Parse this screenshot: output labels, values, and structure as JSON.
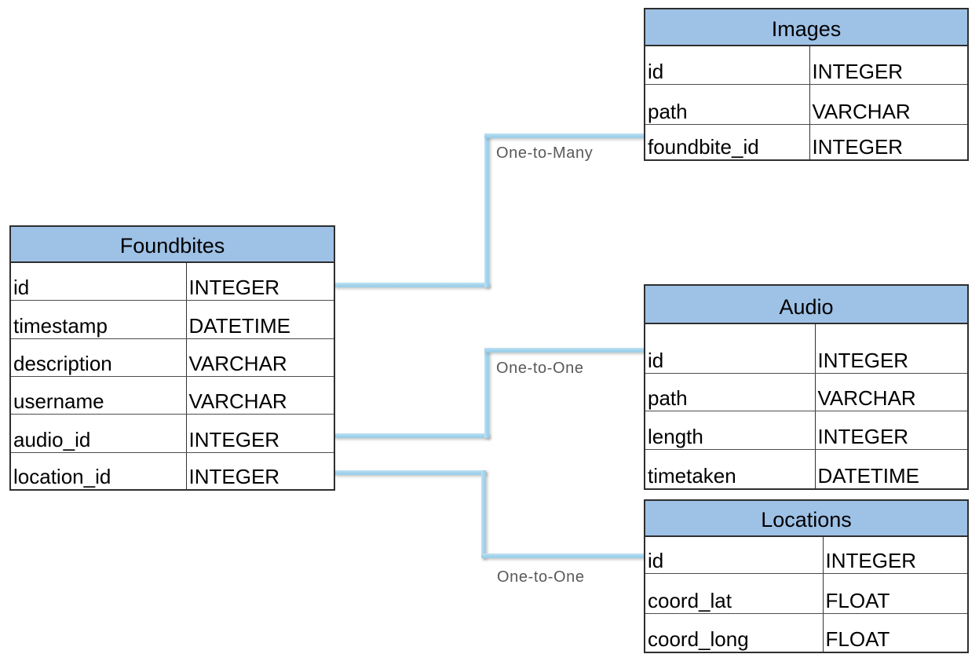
{
  "tables": [
    {
      "name": "Foundbites",
      "columns": [
        {
          "field": "id",
          "type": "INTEGER"
        },
        {
          "field": "timestamp",
          "type": "DATETIME"
        },
        {
          "field": "description",
          "type": "VARCHAR"
        },
        {
          "field": "username",
          "type": "VARCHAR"
        },
        {
          "field": "audio_id",
          "type": "INTEGER"
        },
        {
          "field": "location_id",
          "type": "INTEGER"
        }
      ]
    },
    {
      "name": "Images",
      "columns": [
        {
          "field": "id",
          "type": "INTEGER"
        },
        {
          "field": "path",
          "type": "VARCHAR"
        },
        {
          "field": "foundbite_id",
          "type": "INTEGER"
        }
      ]
    },
    {
      "name": "Audio",
      "columns": [
        {
          "field": "id",
          "type": "INTEGER"
        },
        {
          "field": "path",
          "type": "VARCHAR"
        },
        {
          "field": "length",
          "type": "INTEGER"
        },
        {
          "field": "timetaken",
          "type": "DATETIME"
        }
      ]
    },
    {
      "name": "Locations",
      "columns": [
        {
          "field": "id",
          "type": "INTEGER"
        },
        {
          "field": "coord_lat",
          "type": "FLOAT"
        },
        {
          "field": "coord_long",
          "type": "FLOAT"
        }
      ]
    }
  ],
  "relationships": [
    {
      "label": "One-to-Many",
      "from": "Foundbites.id",
      "to": "Images.foundbite_id"
    },
    {
      "label": "One-to-One",
      "from": "Foundbites.audio_id",
      "to": "Audio.id"
    },
    {
      "label": "One-to-One",
      "from": "Foundbites.location_id",
      "to": "Locations.id"
    }
  ],
  "colors": {
    "table_header_fill": "#9EC1E6",
    "connector_line": "#A6D7EE",
    "relationship_label_text": "#595959",
    "table_border": "#2E2E2E"
  }
}
